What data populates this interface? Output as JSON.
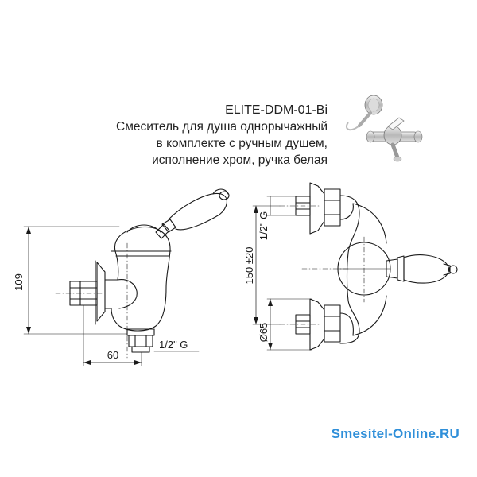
{
  "product": {
    "model": "ELITE-DDM-01-Bi",
    "description_lines": [
      "Смеситель для душа однорычажный",
      "в комплекте с ручным душем,",
      "исполнение хром, ручка белая"
    ]
  },
  "dimensions": {
    "height": "109",
    "depth": "60",
    "thread_side": "1/2\" G",
    "thread_top": "1/2\" G",
    "center_distance": "150 ±20",
    "flange_diameter": "Ø65"
  },
  "watermark": "Smesitel-Online.RU"
}
